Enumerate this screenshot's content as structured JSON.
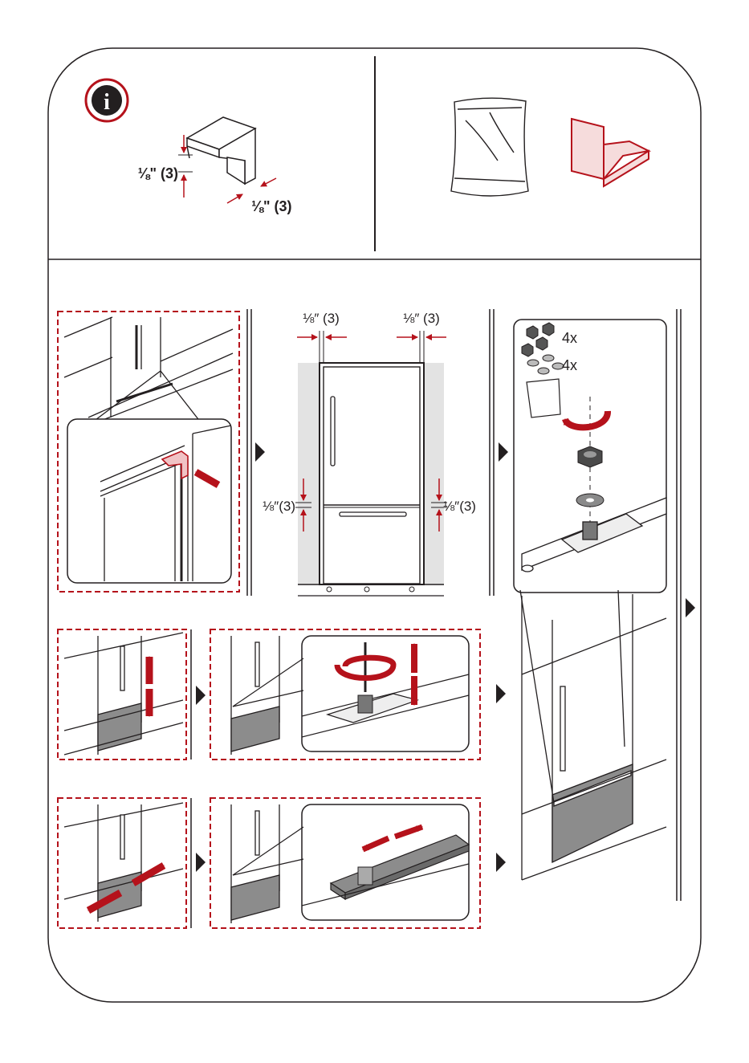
{
  "info_panel": {
    "info_icon_glyph": "i",
    "gap_vertical_label": "⅛\" (3)",
    "gap_horizontal_label": "⅛\" (3)"
  },
  "parts_panel": {
    "parts": [
      "hardware-bag-icon",
      "bracket-icon"
    ]
  },
  "step2": {
    "top_left_gap": "⅛″ (3)",
    "top_right_gap": "⅛″ (3)",
    "side_left_gap": "⅛″(3)",
    "side_right_gap": "⅛″(3)"
  },
  "step3": {
    "nut_qty": "4x",
    "washer_qty": "4x"
  },
  "colors": {
    "accent_red": "#b5121b",
    "line": "#231f20",
    "panel_gray": "#8c8c8c",
    "recess_gray": "#e3e3e3"
  }
}
